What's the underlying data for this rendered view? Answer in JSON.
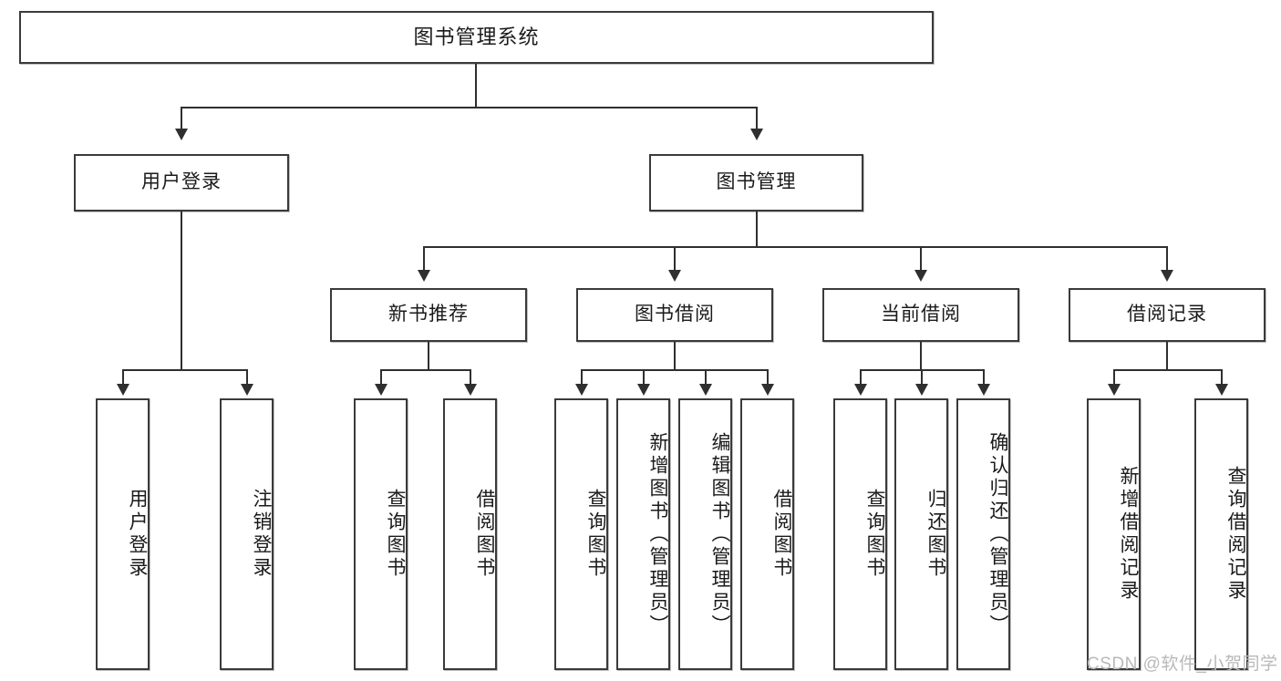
{
  "diagram": {
    "type": "tree",
    "title": "图书管理系统",
    "orientation": "top-down",
    "colors": {
      "box_border": "#3a3a3a",
      "box_fill": "#ffffff",
      "connector": "#2f2f2f",
      "text": "#1a1a1a",
      "watermark": "#b9b9b9"
    },
    "levels": 4
  },
  "root": {
    "label": "图书管理系统"
  },
  "level2": [
    {
      "label": "用户登录"
    },
    {
      "label": "图书管理"
    }
  ],
  "level3": [
    {
      "label": "新书推荐"
    },
    {
      "label": "图书借阅"
    },
    {
      "label": "当前借阅"
    },
    {
      "label": "借阅记录"
    }
  ],
  "leaves": {
    "user_login": [
      {
        "label": "用户登录"
      },
      {
        "label": "注销登录"
      }
    ],
    "new_book_recommend": [
      {
        "label": "查询图书"
      },
      {
        "label": "借阅图书"
      }
    ],
    "book_borrow": [
      {
        "label": "查询图书"
      },
      {
        "label": "新增图书（管理员）"
      },
      {
        "label": "编辑图书（管理员）"
      },
      {
        "label": "借阅图书"
      }
    ],
    "current_borrow": [
      {
        "label": "查询图书"
      },
      {
        "label": "归还图书"
      },
      {
        "label": "确认归还（管理员）"
      }
    ],
    "borrow_record": [
      {
        "label": "新增借阅记录"
      },
      {
        "label": "查询借阅记录"
      }
    ]
  },
  "watermark": {
    "text": "CSDN @软件_小贺同学"
  }
}
